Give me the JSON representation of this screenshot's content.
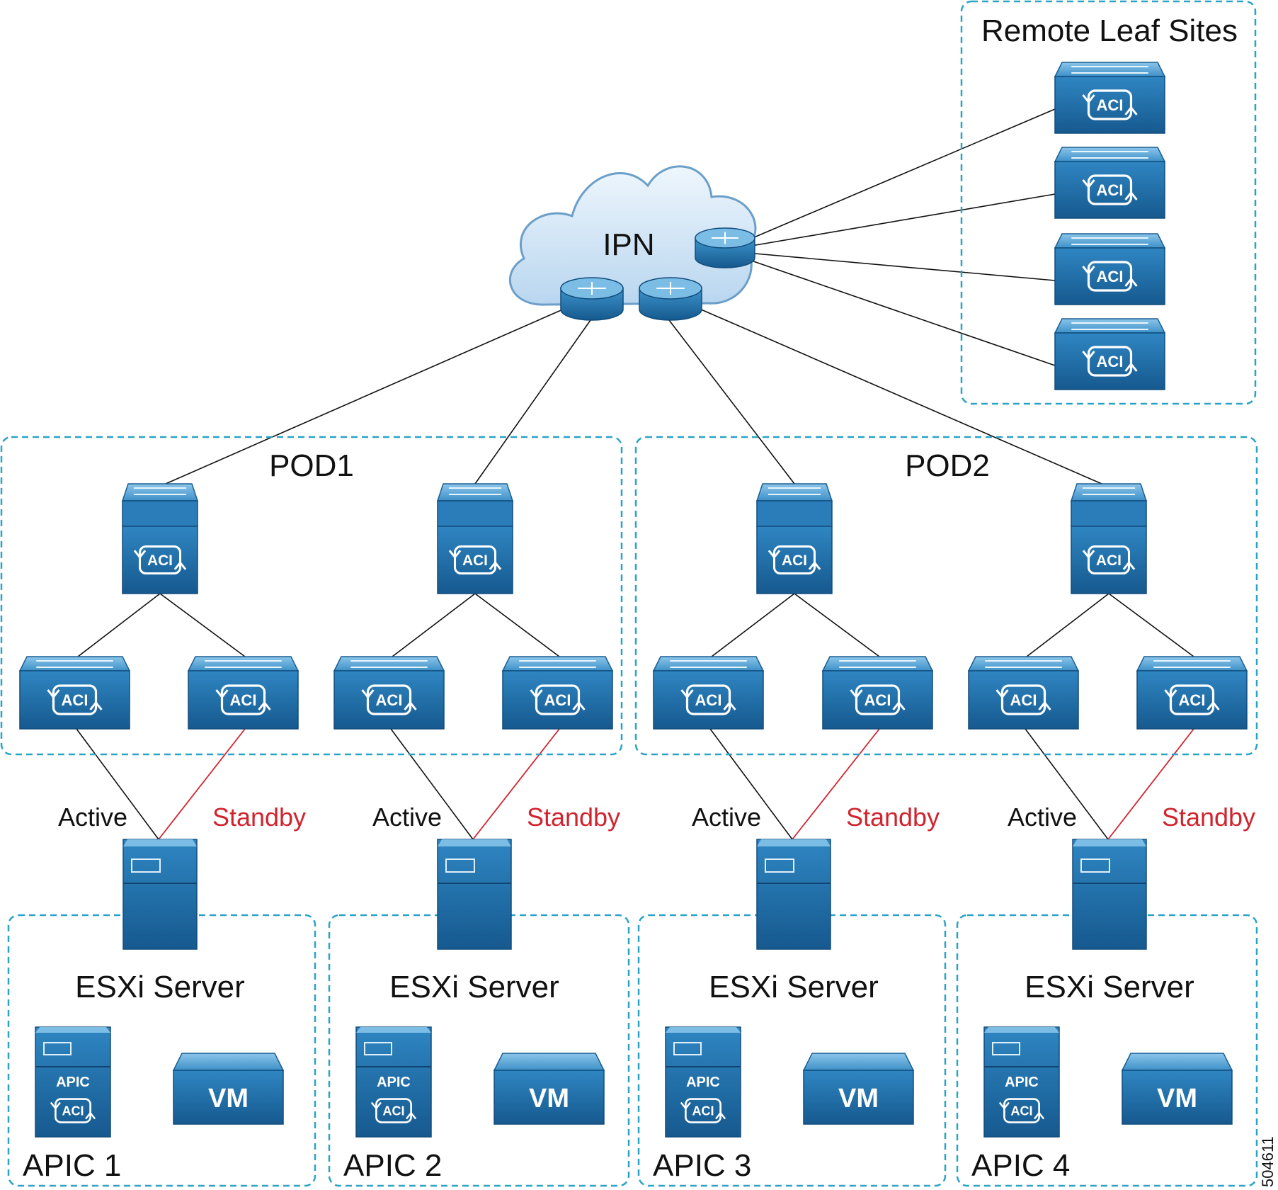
{
  "cloud": {
    "label": "IPN"
  },
  "remote_sites": {
    "label": "Remote Leaf Sites",
    "switch_label": "ACI",
    "count": 4
  },
  "pods": [
    {
      "label": "POD1"
    },
    {
      "label": "POD2"
    }
  ],
  "switch_label": "ACI",
  "links": {
    "active": "Active",
    "standby": "Standby"
  },
  "hosts": [
    {
      "server_label": "ESXi Server",
      "apic_badge": "APIC",
      "apic_logo": "ACI",
      "vm_label": "VM",
      "apic_name": "APIC 1"
    },
    {
      "server_label": "ESXi Server",
      "apic_badge": "APIC",
      "apic_logo": "ACI",
      "vm_label": "VM",
      "apic_name": "APIC 2"
    },
    {
      "server_label": "ESXi Server",
      "apic_badge": "APIC",
      "apic_logo": "ACI",
      "vm_label": "VM",
      "apic_name": "APIC 3"
    },
    {
      "server_label": "ESXi Server",
      "apic_badge": "APIC",
      "apic_logo": "ACI",
      "vm_label": "VM",
      "apic_name": "APIC 4"
    }
  ],
  "figure_id": "504611",
  "colors": {
    "device_blue": "#1f6fa8",
    "device_light": "#3e97cf",
    "dashed_border": "#2aa3c6",
    "standby_red": "#d0242e",
    "cloud_fill": "#cfe3f5"
  }
}
